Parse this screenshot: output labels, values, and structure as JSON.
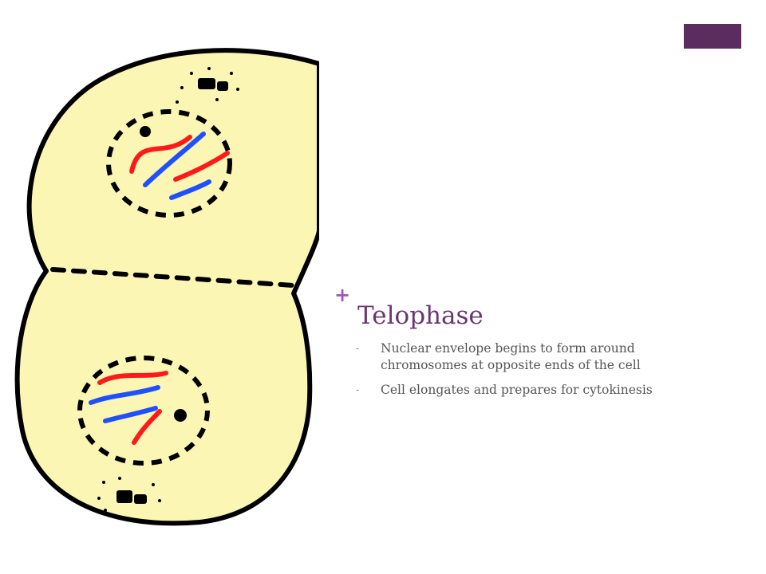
{
  "slide": {
    "title": "Telophase",
    "plus_glyph": "+",
    "bullet_glyph": "-",
    "bullets": [
      "Nuclear envelope begins to form around chromosomes at opposite ends of the cell",
      "Cell elongates and prepares for cytokinesis"
    ]
  },
  "colors": {
    "accent": "#5b2d5f",
    "title": "#6b3572",
    "plus": "#9b59b6",
    "cell_fill": "#fbf6b4",
    "chromosome_red": "#ff1a1a",
    "chromosome_blue": "#1f4fff"
  }
}
